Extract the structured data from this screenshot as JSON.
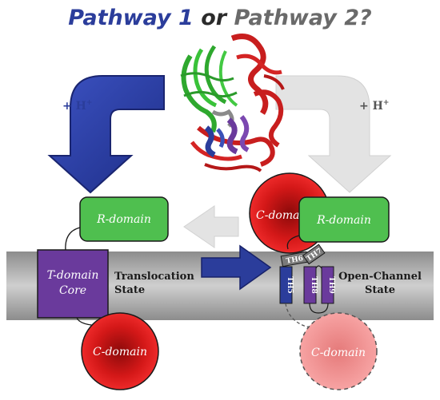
{
  "title": {
    "part1": "Pathway 1",
    "part2": " or ",
    "part3": "Pathway 2?"
  },
  "left_proton": {
    "text": "+ H",
    "sup": "+"
  },
  "right_proton": {
    "text": "+ H",
    "sup": "+"
  },
  "left_state": {
    "r_domain": "R-domain",
    "t_domain_line1": "T-domain",
    "t_domain_line2": "Core",
    "c_domain": "C-domain",
    "state_line1": "Translocation",
    "state_line2": "State"
  },
  "right_state": {
    "r_domain": "R-domain",
    "c_domain_top": "C-domain",
    "c_domain_bottom": "C-domain",
    "helices": [
      "TH5",
      "TH8",
      "TH9"
    ],
    "top_helices": [
      "TH6",
      "TH7"
    ],
    "state_line1": "Open-Channel",
    "state_line2": "State"
  },
  "colors": {
    "pathway1": "#2b3d9b",
    "pathway2": "#5c5c5c",
    "r_domain": "#4fbf4f",
    "t_domain": "#6a3a9c",
    "c_domain": "#e02020",
    "membrane": "#9a9a9a",
    "light_arrow": "#e3e3e3"
  },
  "icons": {
    "protein_structure": "protein-ribbon-structure-icon"
  }
}
